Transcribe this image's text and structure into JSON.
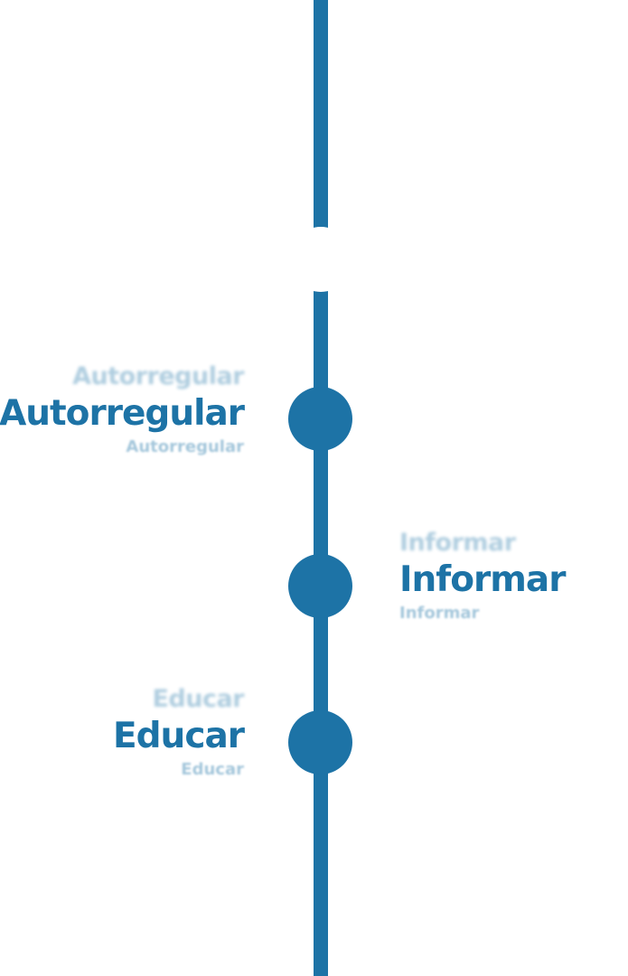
{
  "timeline": {
    "items": [
      {
        "label_faded_above": "Autorregular",
        "label": "Autorregular",
        "label_faded_below": "Autorregular"
      },
      {
        "label_faded_above": "Informar",
        "label": "Informar",
        "label_faded_below": "Informar"
      },
      {
        "label_faded_above": "Educar",
        "label": "Educar",
        "label_faded_below": "Educar"
      }
    ]
  },
  "colors": {
    "accent": "#1d73a6",
    "background": "#ffffff"
  }
}
